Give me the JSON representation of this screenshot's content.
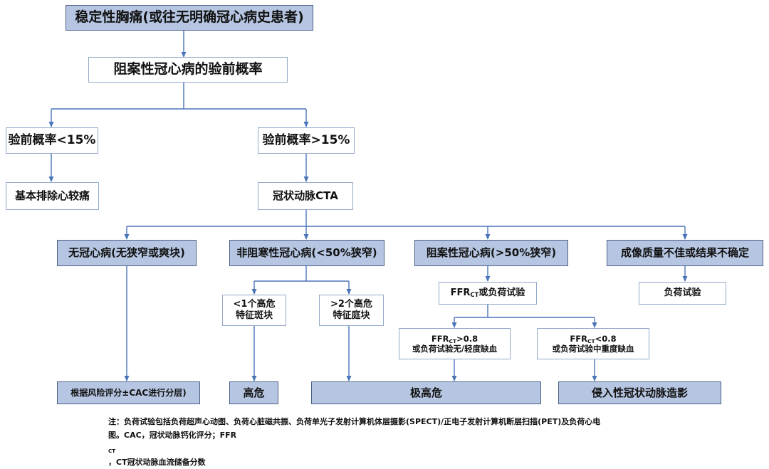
{
  "colors": {
    "filled_box": "#b6c6e2",
    "filled_border": "#4a5f86",
    "outlined_border": "#93a8c9",
    "connector": "#4a74b8"
  },
  "nodes": {
    "root": "稳定性胸痛(或往无明确冠心病史患者)",
    "pretest": "阻案性冠心病的验前概率",
    "low_prob": "验前概率<15%",
    "high_prob": "验前概率>15%",
    "exclude": "基本排除心较痛",
    "ccta": "冠状动脉CTA",
    "no_cad": "无冠心病(无狭窄或爽块)",
    "nonobstructive": "非阻寒性冠心病(<50%狭窄)",
    "obstructive": "阻案性冠心病(>50%狭窄)",
    "poor_quality": "成像质量不佳或结果不确定",
    "lt1_line1": "<1个高危",
    "lt1_line2": "特征斑块",
    "gt2_line1": ">2个高危",
    "gt2_line2": "特征庭块",
    "ffr_test": {
      "prefix": "FFR",
      "sub": "CT",
      "suffix": "或负荷试验"
    },
    "stress_test": "负荷试验",
    "ffr_hi": {
      "prefix": "FFR",
      "sub": "CT",
      "suffix": ">0.8",
      "line2": "或负荷试验无/轻度缺血"
    },
    "ffr_lo": {
      "prefix": "FFR",
      "sub": "CT",
      "suffix": "<0.8",
      "line2": "或负荷试验中重度缺血"
    },
    "risk_cac": "根据风险评分±CAC进行分层)",
    "high_risk": "高危",
    "very_high_risk": "极高危",
    "invasive": "侵入性冠状动脉造影"
  },
  "footnote": {
    "line1": "注：负荷试验包括负荷超声心动图、负荷心脏磁共振、负荷单光子发射计算机体层摄影(SPECT)/正电子发射计算机断层扫描(PET)及负荷心电",
    "line2_a": "图。CAC，冠状动脉钙化评分；FFR",
    "line2_sub": "CT",
    "line2_b": "，CT冠状动脉血流储备分数"
  }
}
